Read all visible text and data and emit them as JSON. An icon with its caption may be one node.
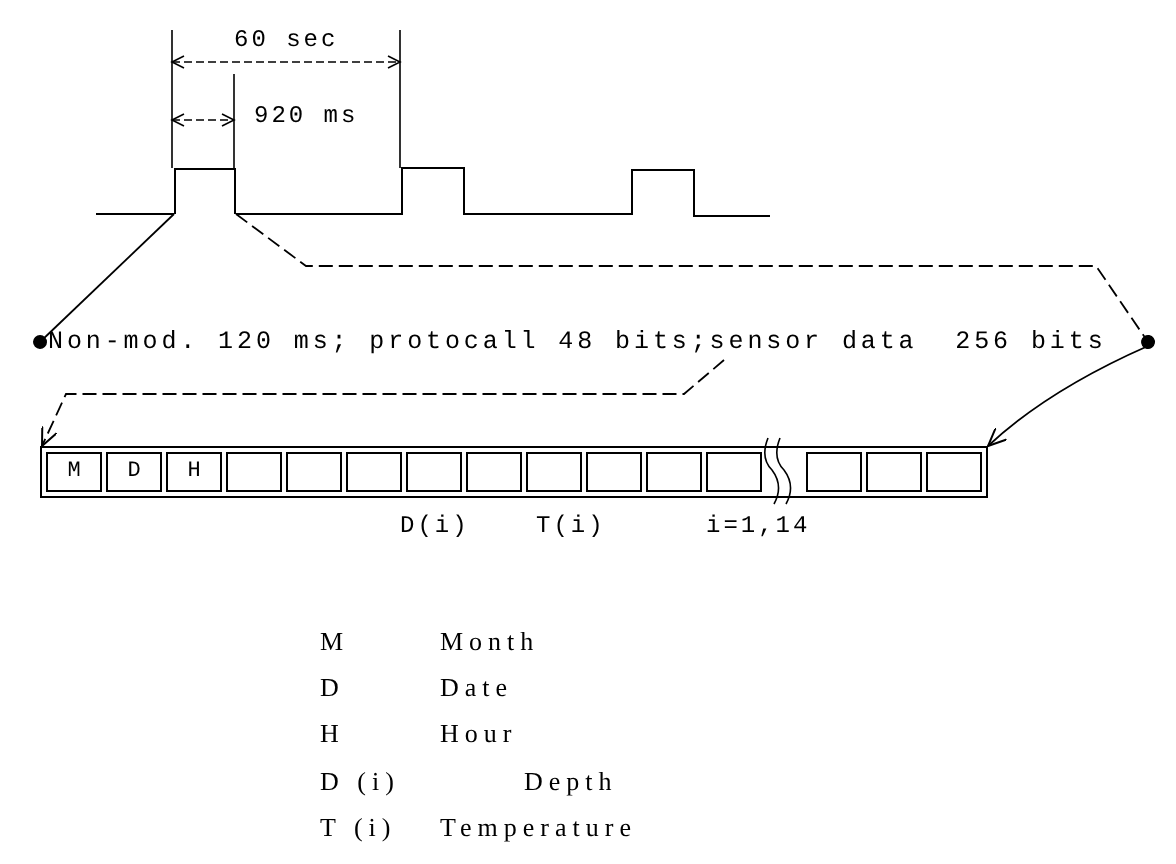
{
  "diagram": {
    "nodes": [
      {
        "text": [],
        "shape": "bar"
      },
      {
        "text": [
          "Non-mod. 120 ms; protocall 48 bits;sensor data  256 bits"
        ]
      },
      {
        "text": [],
        "shape": "box"
      },
      {
        "text": [
          "M"
        ],
        "in": 2
      },
      {
        "text": [
          "D"
        ],
        "in": 2
      },
      {
        "text": [
          "H"
        ],
        "in": 2
      },
      {
        "text": [],
        "shape": "box",
        "in": 2
      },
      {
        "text": [],
        "shape": "box",
        "in": 2
      },
      {
        "text": [],
        "shape": "box",
        "in": 2
      },
      {
        "text": [],
        "shape": "box",
        "in": 2
      },
      {
        "text": [],
        "shape": "box",
        "in": 2
      },
      {
        "text": [],
        "shape": "box",
        "in": 2
      },
      {
        "text": [],
        "shape": "box",
        "in": 2
      },
      {
        "text": [],
        "shape": "box",
        "in": 2
      },
      {
        "text": [],
        "shape": "box",
        "in": 2
      },
      {
        "text": [],
        "shape": "box",
        "in": 2
      },
      {
        "text": [],
        "shape": "box",
        "in": 2
      },
      {
        "text": [],
        "shape": "box",
        "in": 2
      }
    ],
    "edges": [
      {
        "from": 0,
        "to": 1,
        "arrow": "other"
      },
      {
        "from": 0,
        "to": 1,
        "arrow": "other",
        "style": "dashed"
      },
      {
        "from": 1,
        "to": 2,
        "arrow": "to",
        "style": "dashed"
      },
      {
        "from": 1,
        "to": 2,
        "arrow": "to"
      }
    ],
    "labels": [
      "60 sec",
      "920 ms",
      "D(i)",
      "T(i)",
      "i=1,14",
      "M",
      "Month",
      "D",
      "Date",
      "H",
      "Hour",
      "D (i)",
      "Depth",
      "T (i)",
      "Temperature"
    ]
  }
}
